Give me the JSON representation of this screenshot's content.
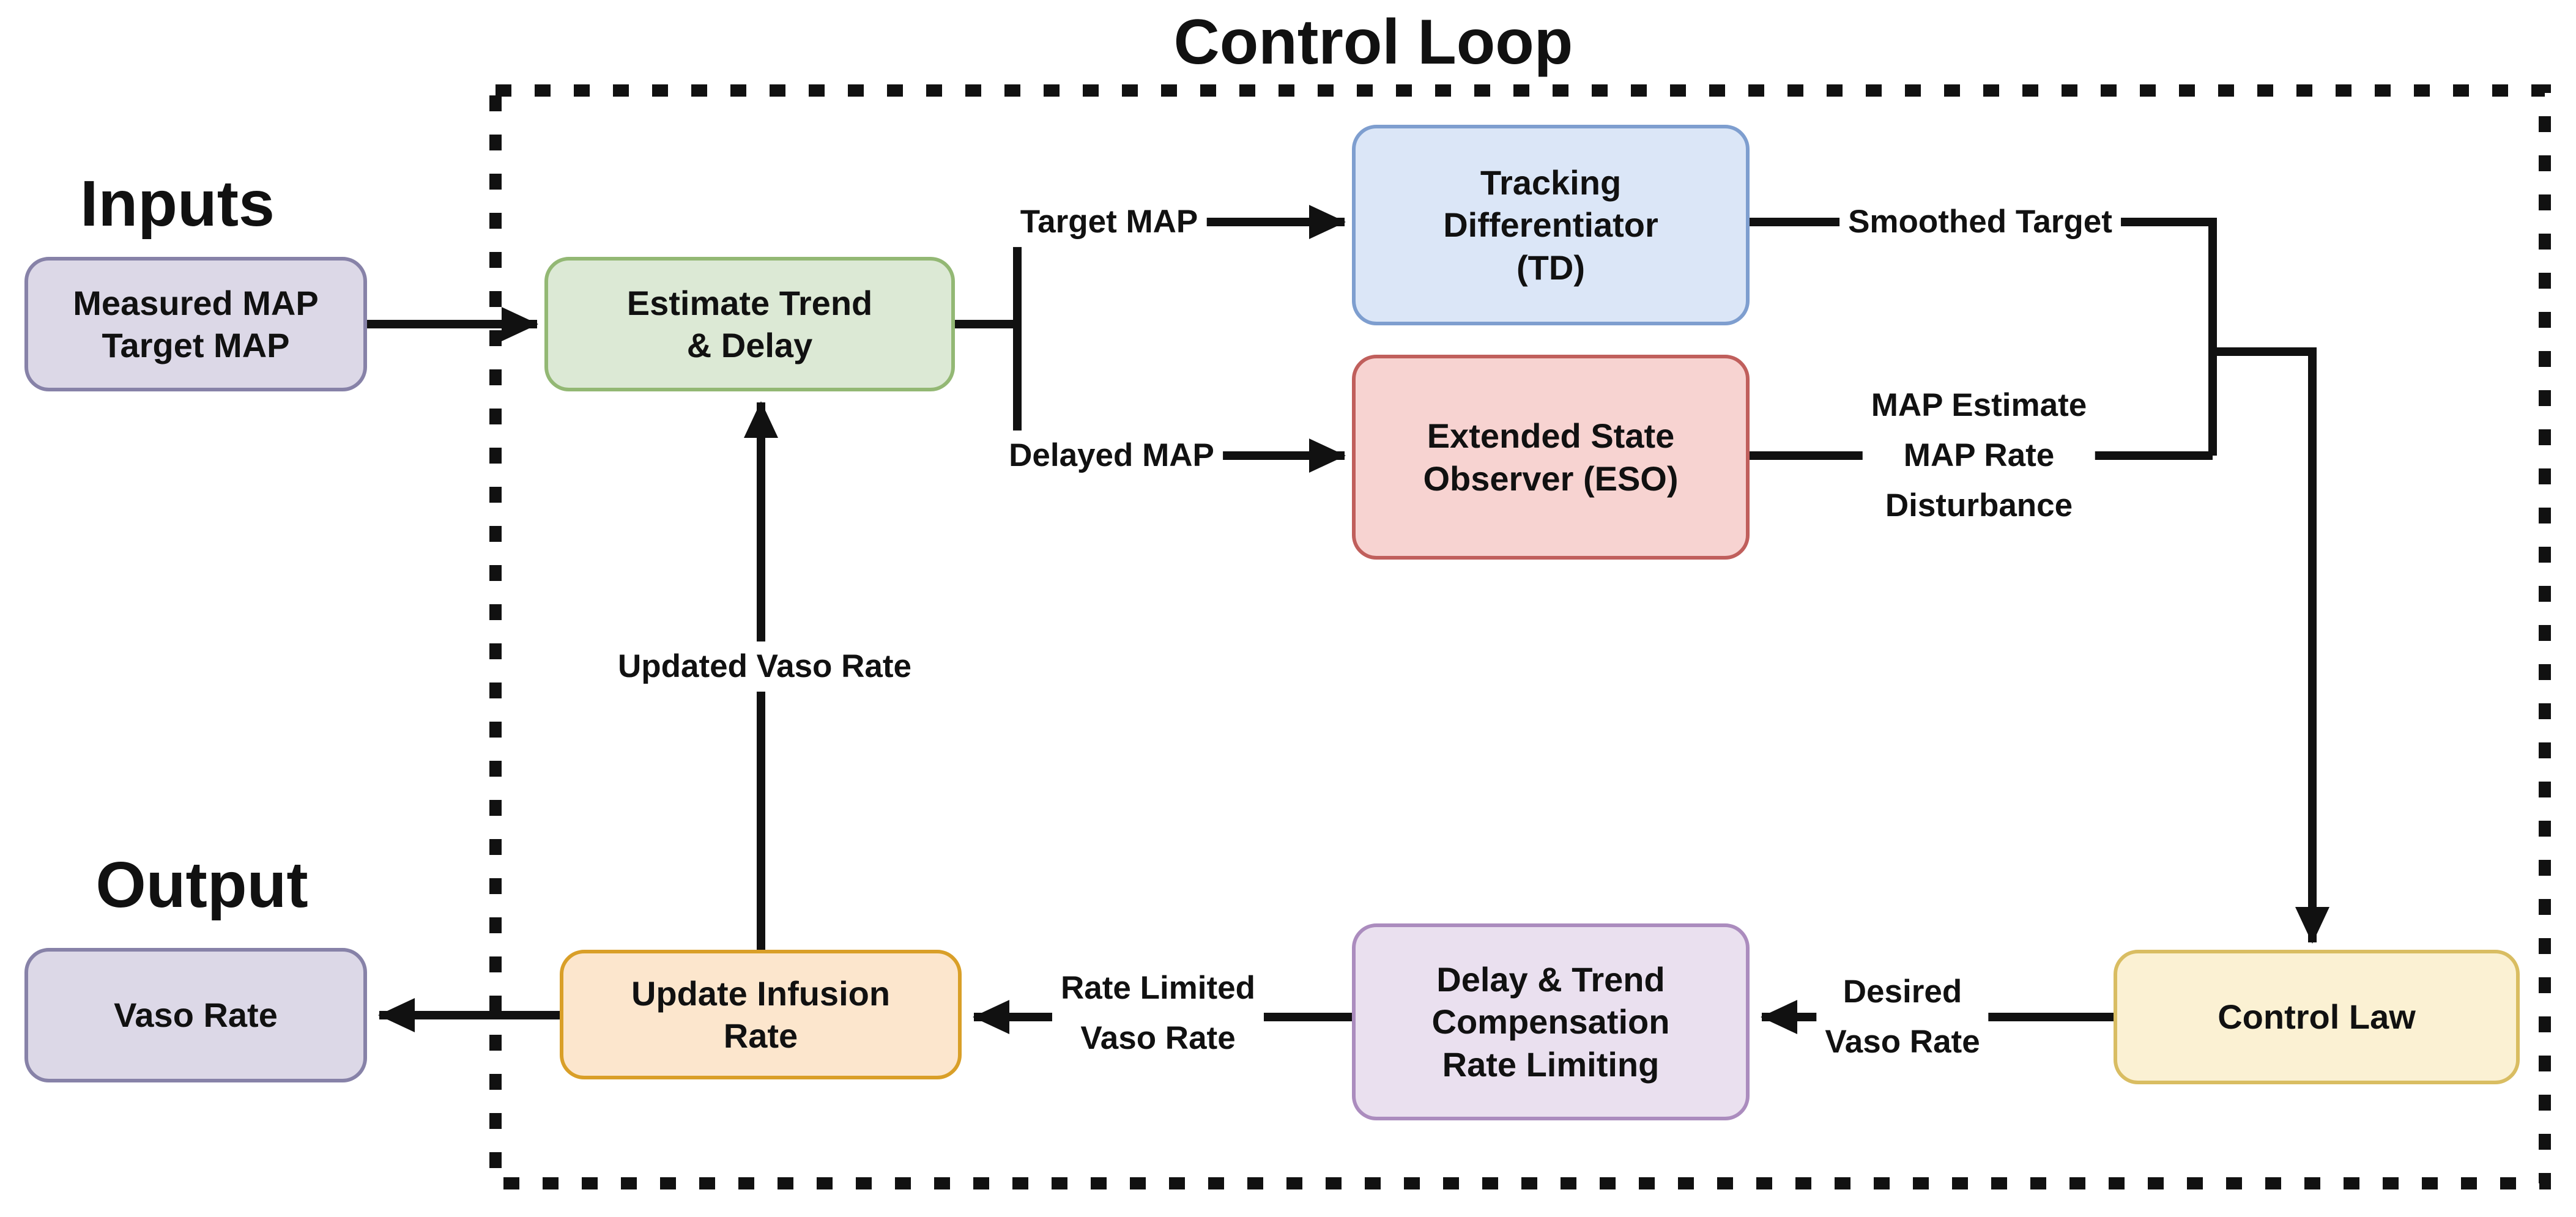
{
  "title": "Control Loop",
  "headings": {
    "inputs": "Inputs",
    "output": "Output"
  },
  "nodes": {
    "measured_map": {
      "label": "Measured MAP\nTarget MAP",
      "fill": "#dcd8e7",
      "border": "#8782a8"
    },
    "estimate_trend": {
      "label": "Estimate Trend\n& Delay",
      "fill": "#dce9d5",
      "border": "#93b874"
    },
    "tracking_differentiator": {
      "label": "Tracking\nDifferentiator\n(TD)",
      "fill": "#dbe6f7",
      "border": "#7e9ecf"
    },
    "extended_state_observer": {
      "label": "Extended State\nObserver (ESO)",
      "fill": "#f7d3d1",
      "border": "#c05f5c"
    },
    "control_law": {
      "label": "Control Law",
      "fill": "#fbf1d3",
      "border": "#d9bd62"
    },
    "delay_trend_compensation": {
      "label": "Delay & Trend\nCompensation\nRate Limiting",
      "fill": "#eae0ef",
      "border": "#ab8cbe"
    },
    "update_infusion_rate": {
      "label": "Update Infusion\nRate",
      "fill": "#fce6cd",
      "border": "#d99f28"
    },
    "vaso_rate": {
      "label": "Vaso Rate",
      "fill": "#dcd8e7",
      "border": "#8782a8"
    }
  },
  "edge_labels": {
    "target_map": "Target MAP",
    "delayed_map": "Delayed MAP",
    "smoothed_target": "Smoothed Target",
    "eso_outputs": "MAP Estimate\nMAP Rate\nDisturbance",
    "desired_vaso_rate": "Desired\nVaso Rate",
    "rate_limited_vaso_rate": "Rate Limited\nVaso Rate",
    "updated_vaso_rate": "Updated Vaso Rate"
  },
  "colors": {
    "line": "#111111",
    "background": "#ffffff"
  }
}
